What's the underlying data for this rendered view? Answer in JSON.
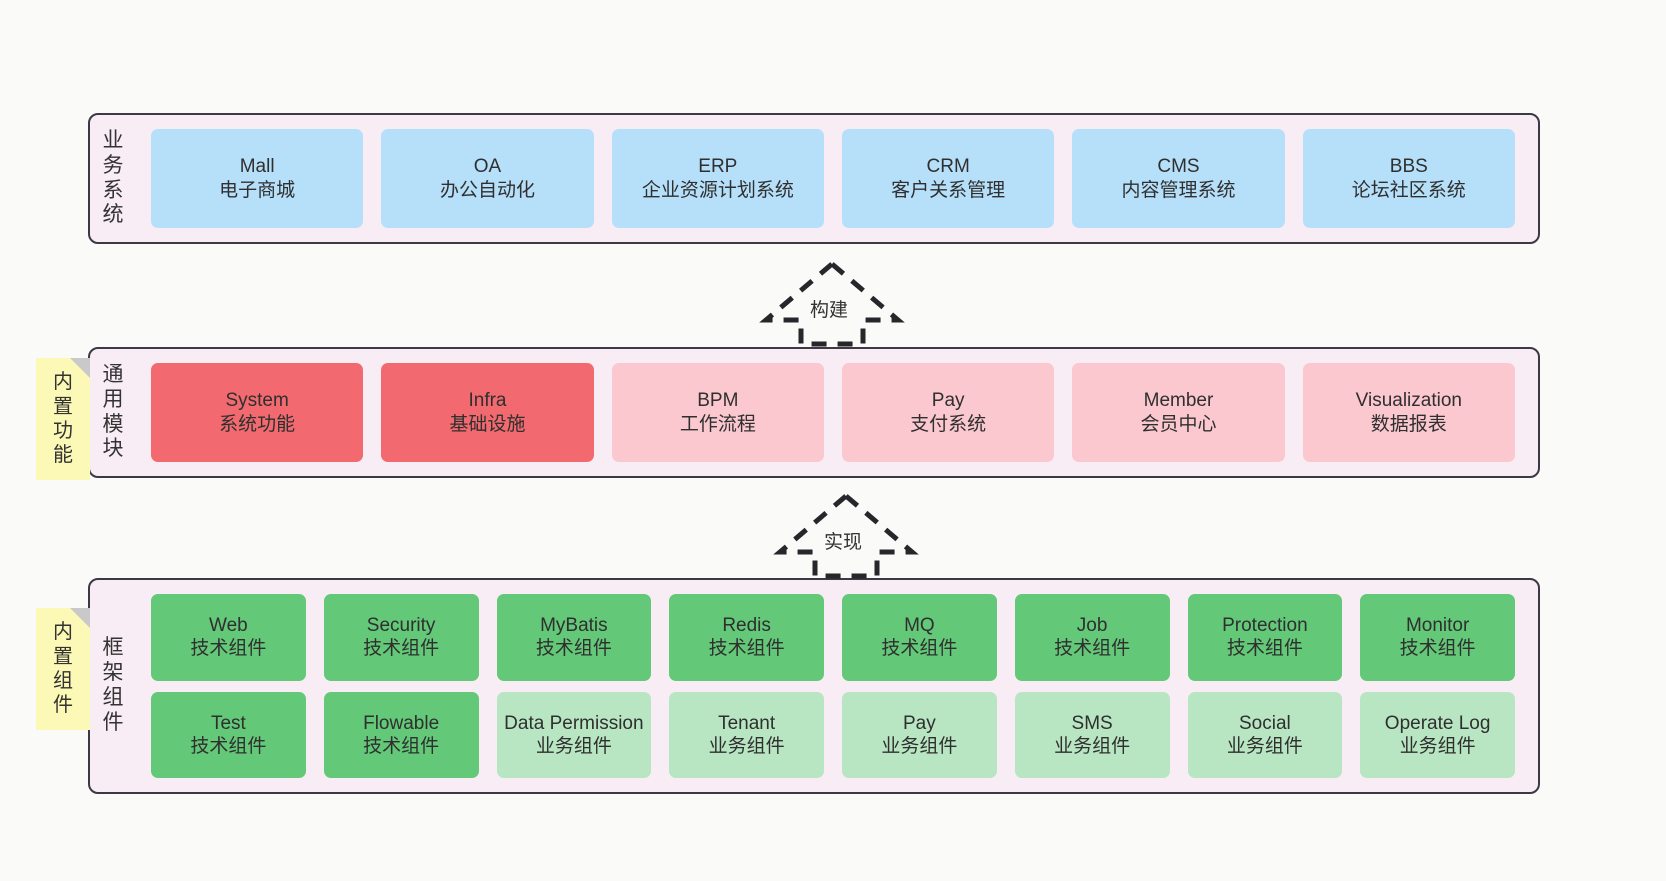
{
  "diagram": {
    "background_color": "#FAFAF8",
    "panel_background": "#F8EDF5",
    "panel_border": "#3D3846"
  },
  "layers": {
    "business": {
      "title_chars": [
        "业",
        "务",
        "系",
        "统"
      ],
      "cards": [
        {
          "name": "Mall",
          "subtitle": "电子商城",
          "color": "#B6E0FA",
          "style": "blue"
        },
        {
          "name": "OA",
          "subtitle": "办公自动化",
          "color": "#B6E0FA",
          "style": "blue"
        },
        {
          "name": "ERP",
          "subtitle": "企业资源计划系统",
          "color": "#B6E0FA",
          "style": "blue"
        },
        {
          "name": "CRM",
          "subtitle": "客户关系管理",
          "color": "#B6E0FA",
          "style": "blue"
        },
        {
          "name": "CMS",
          "subtitle": "内容管理系统",
          "color": "#B6E0FA",
          "style": "blue"
        },
        {
          "name": "BBS",
          "subtitle": "论坛社区系统",
          "color": "#B6E0FA",
          "style": "blue"
        }
      ]
    },
    "common": {
      "title_chars": [
        "通",
        "用",
        "模",
        "块"
      ],
      "sticky_chars": [
        "内",
        "置",
        "功",
        "能"
      ],
      "sticky_color": "#FCF8B5",
      "cards": [
        {
          "name": "System",
          "subtitle": "系统功能",
          "color": "#F26A6F",
          "style": "red"
        },
        {
          "name": "Infra",
          "subtitle": "基础设施",
          "color": "#F26A6F",
          "style": "red"
        },
        {
          "name": "BPM",
          "subtitle": "工作流程",
          "color": "#FBC8CF",
          "style": "pink"
        },
        {
          "name": "Pay",
          "subtitle": "支付系统",
          "color": "#FBC8CF",
          "style": "pink"
        },
        {
          "name": "Member",
          "subtitle": "会员中心",
          "color": "#FBC8CF",
          "style": "pink"
        },
        {
          "name": "Visualization",
          "subtitle": "数据报表",
          "color": "#FBC8CF",
          "style": "pink"
        }
      ]
    },
    "framework": {
      "title_chars": [
        "框",
        "架",
        "组",
        "件"
      ],
      "sticky_chars": [
        "内",
        "置",
        "组",
        "件"
      ],
      "sticky_color": "#FCF8B5",
      "row1": [
        {
          "name": "Web",
          "subtitle": "技术组件",
          "color": "#63C878",
          "style": "green"
        },
        {
          "name": "Security",
          "subtitle": "技术组件",
          "color": "#63C878",
          "style": "green"
        },
        {
          "name": "MyBatis",
          "subtitle": "技术组件",
          "color": "#63C878",
          "style": "green"
        },
        {
          "name": "Redis",
          "subtitle": "技术组件",
          "color": "#63C878",
          "style": "green"
        },
        {
          "name": "MQ",
          "subtitle": "技术组件",
          "color": "#63C878",
          "style": "green"
        },
        {
          "name": "Job",
          "subtitle": "技术组件",
          "color": "#63C878",
          "style": "green"
        },
        {
          "name": "Protection",
          "subtitle": "技术组件",
          "color": "#63C878",
          "style": "green"
        },
        {
          "name": "Monitor",
          "subtitle": "技术组件",
          "color": "#63C878",
          "style": "green"
        }
      ],
      "row2": [
        {
          "name": "Test",
          "subtitle": "技术组件",
          "color": "#63C878",
          "style": "green"
        },
        {
          "name": "Flowable",
          "subtitle": "技术组件",
          "color": "#63C878",
          "style": "green"
        },
        {
          "name": "Data Permission",
          "subtitle": "业务组件",
          "color": "#B8E6C2",
          "style": "green-light"
        },
        {
          "name": "Tenant",
          "subtitle": "业务组件",
          "color": "#B8E6C2",
          "style": "green-light"
        },
        {
          "name": "Pay",
          "subtitle": "业务组件",
          "color": "#B8E6C2",
          "style": "green-light"
        },
        {
          "name": "SMS",
          "subtitle": "业务组件",
          "color": "#B8E6C2",
          "style": "green-light"
        },
        {
          "name": "Social",
          "subtitle": "业务组件",
          "color": "#B8E6C2",
          "style": "green-light"
        },
        {
          "name": "Operate Log",
          "subtitle": "业务组件",
          "color": "#B8E6C2",
          "style": "green-light"
        }
      ]
    }
  },
  "connectors": [
    {
      "label": "构建",
      "direction": "up",
      "from": "common",
      "to": "business"
    },
    {
      "label": "实现",
      "direction": "up",
      "from": "framework",
      "to": "common"
    }
  ]
}
